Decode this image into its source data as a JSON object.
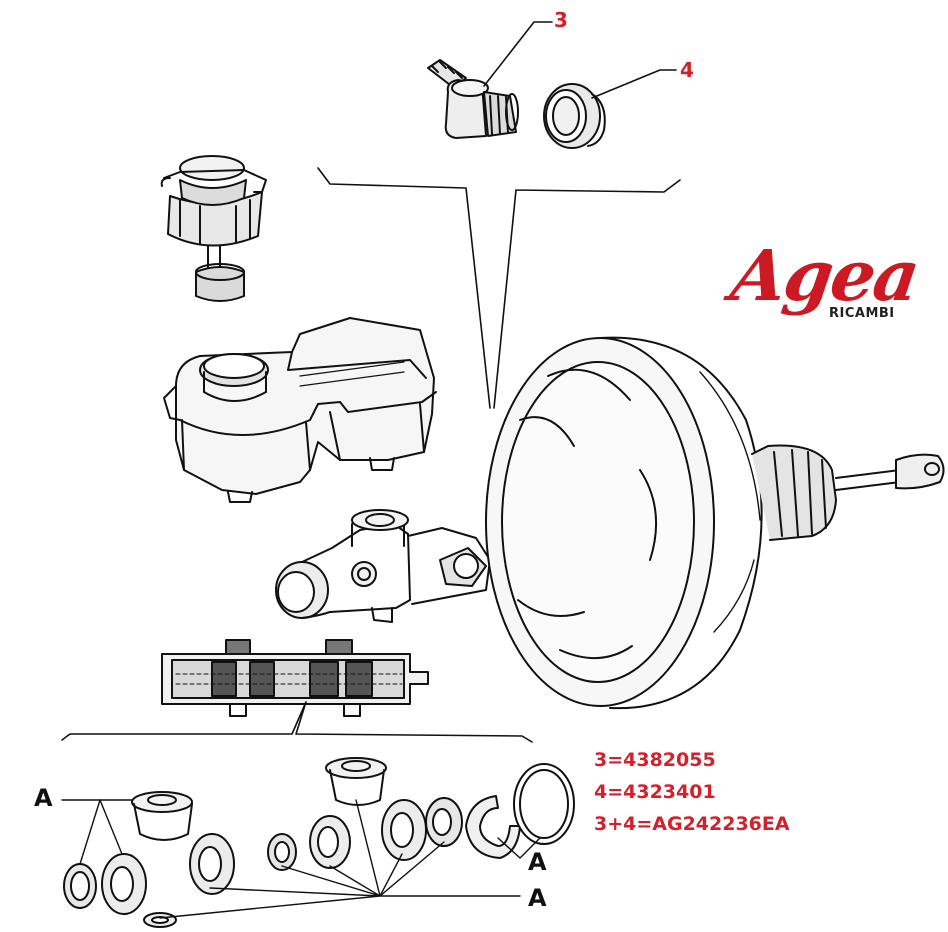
{
  "logo": {
    "brand": "Agea",
    "subtitle": "RICAMBI",
    "brand_color": "#cc1a24"
  },
  "callouts": {
    "part3": "3",
    "part4": "4",
    "label_a_left": "A",
    "label_a_right_upper": "A",
    "label_a_right_lower": "A"
  },
  "legend": {
    "line1": "3=4382055",
    "line2": "4=4323401",
    "line3": "3+4=AG242236EA",
    "color": "#d4202a"
  }
}
